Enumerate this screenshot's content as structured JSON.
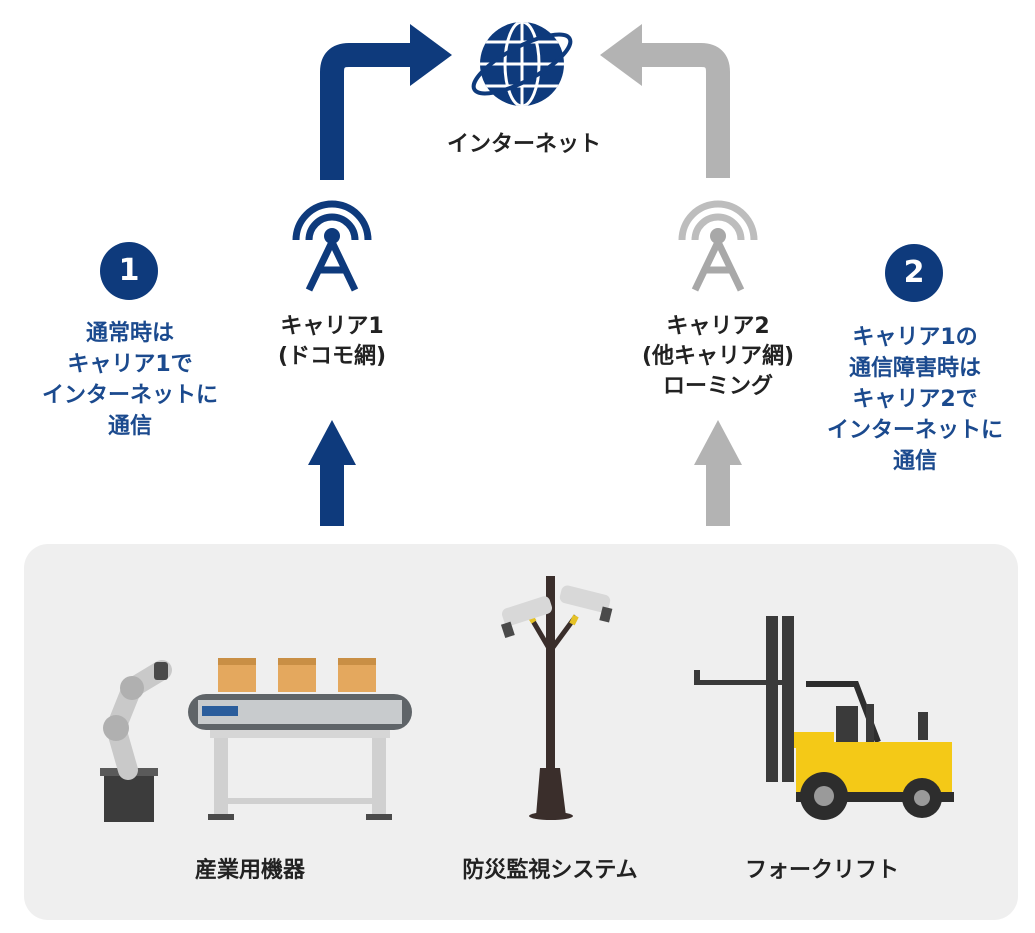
{
  "internet": {
    "label": "インターネット"
  },
  "carrier1": {
    "line1": "キャリア1",
    "line2": "(ドコモ網)",
    "badge": "1",
    "note": [
      "通常時は",
      "キャリア1で",
      "インターネットに",
      "通信"
    ]
  },
  "carrier2": {
    "line1": "キャリア2",
    "line2": "(他キャリア網)",
    "line3": "ローミング",
    "badge": "2",
    "note": [
      "キャリア1の",
      "通信障害時は",
      "キャリア2で",
      "インターネットに",
      "通信"
    ]
  },
  "devices": {
    "industrial": "産業用機器",
    "surveillance": "防災監視システム",
    "forklift": "フォークリフト"
  },
  "colors": {
    "primary": "#0e3a7c",
    "secondary": "#b3b3b3",
    "panel": "#efefef"
  }
}
